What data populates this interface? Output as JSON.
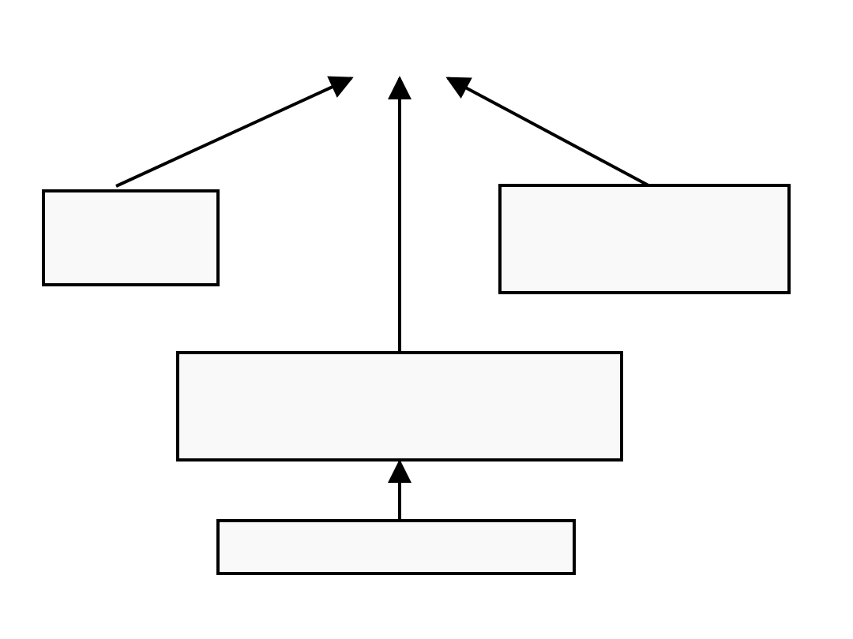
{
  "colors": {
    "background": "#ffffff",
    "box_fill": "#f9f9f9",
    "stroke": "#000000"
  },
  "boxes": [
    {
      "id": "left-box",
      "text": ""
    },
    {
      "id": "right-box",
      "text": ""
    },
    {
      "id": "middle-box",
      "text": ""
    },
    {
      "id": "bottom-box",
      "text": ""
    }
  ],
  "arrows": [
    {
      "id": "left-box-to-top",
      "from": "left-box",
      "to": "top-target"
    },
    {
      "id": "middle-box-to-top",
      "from": "middle-box",
      "to": "top-target"
    },
    {
      "id": "right-box-to-top",
      "from": "right-box",
      "to": "top-target"
    },
    {
      "id": "bottom-box-to-middle",
      "from": "bottom-box",
      "to": "middle-box"
    }
  ]
}
